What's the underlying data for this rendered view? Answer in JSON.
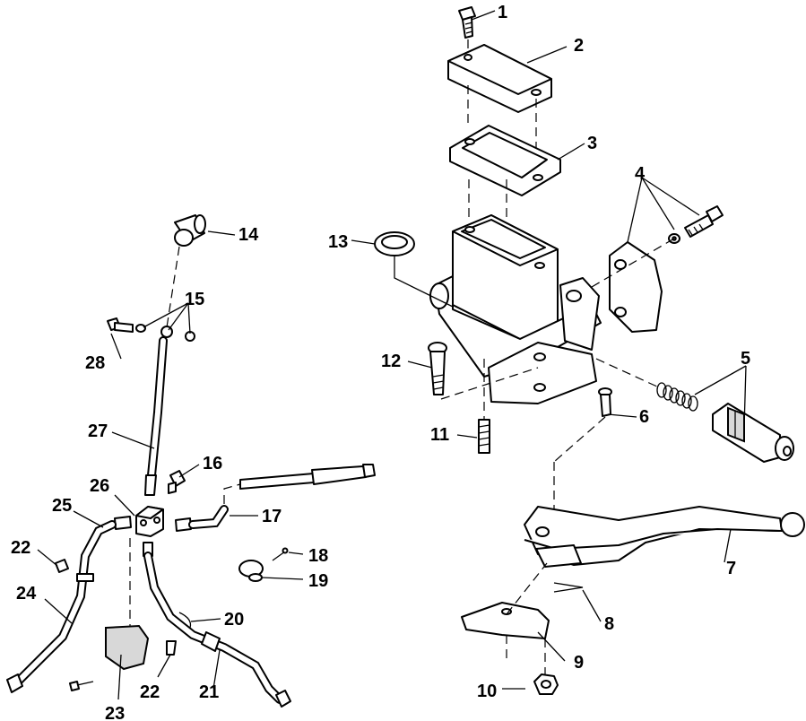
{
  "callouts": [
    {
      "id": "c1",
      "label": "1"
    },
    {
      "id": "c2",
      "label": "2"
    },
    {
      "id": "c3",
      "label": "3"
    },
    {
      "id": "c4",
      "label": "4"
    },
    {
      "id": "c5",
      "label": "5"
    },
    {
      "id": "c6",
      "label": "6"
    },
    {
      "id": "c7",
      "label": "7"
    },
    {
      "id": "c8",
      "label": "8"
    },
    {
      "id": "c9",
      "label": "9"
    },
    {
      "id": "c10",
      "label": "10"
    },
    {
      "id": "c11",
      "label": "11"
    },
    {
      "id": "c12",
      "label": "12"
    },
    {
      "id": "c13",
      "label": "13"
    },
    {
      "id": "c14",
      "label": "14"
    },
    {
      "id": "c15",
      "label": "15"
    },
    {
      "id": "c16",
      "label": "16"
    },
    {
      "id": "c17",
      "label": "17"
    },
    {
      "id": "c18",
      "label": "18"
    },
    {
      "id": "c19",
      "label": "19"
    },
    {
      "id": "c20",
      "label": "20"
    },
    {
      "id": "c21",
      "label": "21"
    },
    {
      "id": "c22a",
      "label": "22"
    },
    {
      "id": "c22b",
      "label": "22"
    },
    {
      "id": "c23",
      "label": "23"
    },
    {
      "id": "c24",
      "label": "24"
    },
    {
      "id": "c25",
      "label": "25"
    },
    {
      "id": "c26",
      "label": "26"
    },
    {
      "id": "c27",
      "label": "27"
    },
    {
      "id": "c28",
      "label": "28"
    }
  ]
}
